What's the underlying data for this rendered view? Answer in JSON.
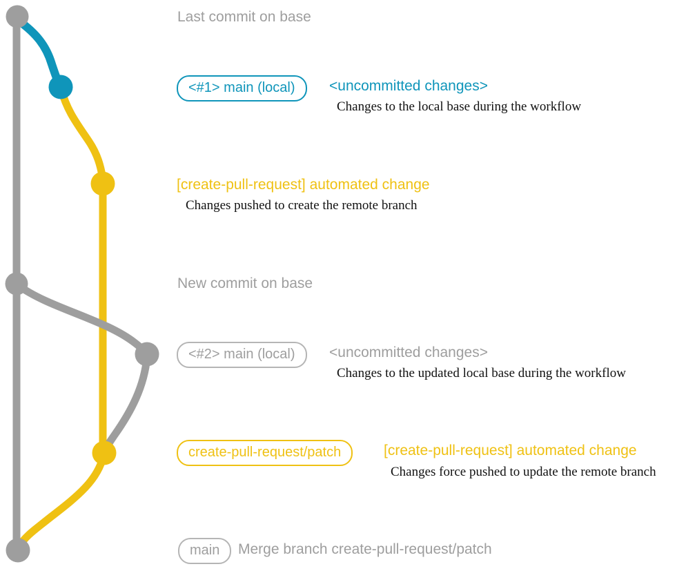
{
  "colors": {
    "blue": "#0f95ba",
    "yellow": "#efc113",
    "gray": "#9e9e9e",
    "description_text": "#111111"
  },
  "graph": {
    "branches": [
      {
        "name": "base",
        "color": "gray"
      },
      {
        "name": "local-main",
        "color": "blue"
      },
      {
        "name": "create-pull-request/patch",
        "color": "yellow"
      }
    ],
    "nodes": [
      {
        "id": "last-commit-on-base",
        "color": "gray",
        "label": "Last commit on base"
      },
      {
        "id": "local-main-1",
        "color": "blue",
        "label": "<#1> main (local)"
      },
      {
        "id": "patch-commit-1",
        "color": "yellow",
        "label": "[create-pull-request] automated change"
      },
      {
        "id": "new-commit-on-base",
        "color": "gray",
        "label": "New commit on base"
      },
      {
        "id": "local-main-2",
        "color": "gray",
        "label": "<#2> main (local)"
      },
      {
        "id": "patch-commit-2",
        "color": "yellow",
        "label": "create-pull-request/patch"
      },
      {
        "id": "merge-commit",
        "color": "gray",
        "label": "Merge branch create-pull-request/patch"
      }
    ]
  },
  "sections": {
    "last_commit": {
      "title": "Last commit on base"
    },
    "local1": {
      "badge": "<#1> main (local)",
      "heading": "<uncommitted changes>",
      "description": "Changes to the local base during the workflow"
    },
    "auto1": {
      "heading": "[create-pull-request] automated change",
      "description": "Changes pushed to create the remote branch"
    },
    "new_commit": {
      "title": "New commit on base"
    },
    "local2": {
      "badge": "<#2> main (local)",
      "heading": "<uncommitted changes>",
      "description": "Changes to the updated local base during the workflow"
    },
    "auto2": {
      "badge": "create-pull-request/patch",
      "heading": "[create-pull-request] automated change",
      "description": "Changes force pushed to update the remote branch"
    },
    "merge": {
      "badge": "main",
      "text": "Merge branch create-pull-request/patch"
    }
  }
}
